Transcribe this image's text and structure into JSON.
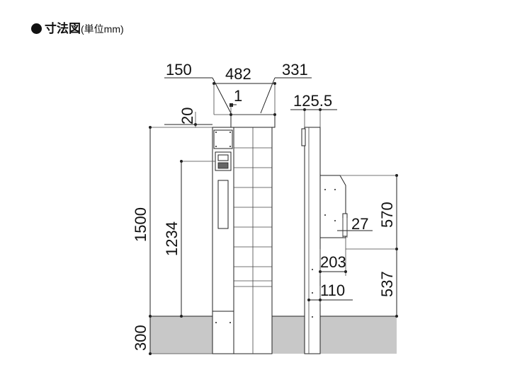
{
  "title": {
    "main": "寸法図",
    "unit": "(単位mm)"
  },
  "dimensions": {
    "d150": "150",
    "d482": "482",
    "d331": "331",
    "d1": "1",
    "d20": "20",
    "d125_5": "125.5",
    "d1500": "1500",
    "d1234": "1234",
    "d300": "300",
    "d570": "570",
    "d27": "27",
    "d203": "203",
    "d537": "537",
    "d110": "110"
  },
  "colors": {
    "ground": "#c8c8c8",
    "line": "#222222"
  }
}
